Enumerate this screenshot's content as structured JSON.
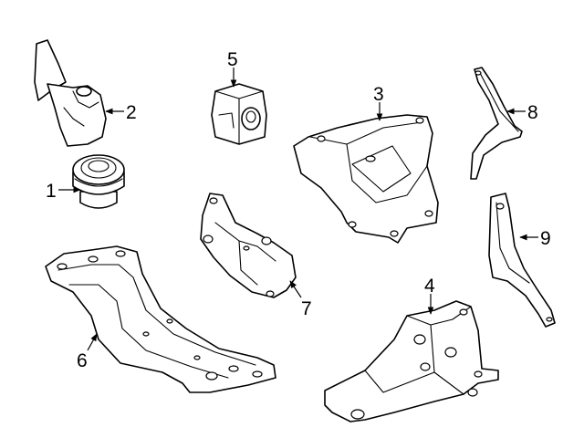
{
  "parts": [
    {
      "id": "mount-1",
      "number": "1"
    },
    {
      "id": "mount-2",
      "number": "2"
    },
    {
      "id": "bracket-3",
      "number": "3"
    },
    {
      "id": "bracket-4",
      "number": "4"
    },
    {
      "id": "mount-5",
      "number": "5"
    },
    {
      "id": "crossmember-6",
      "number": "6"
    },
    {
      "id": "bracket-7",
      "number": "7"
    },
    {
      "id": "bracket-8",
      "number": "8"
    },
    {
      "id": "bracket-9",
      "number": "9"
    }
  ],
  "colors": {
    "line": "#000000",
    "background": "#ffffff"
  }
}
